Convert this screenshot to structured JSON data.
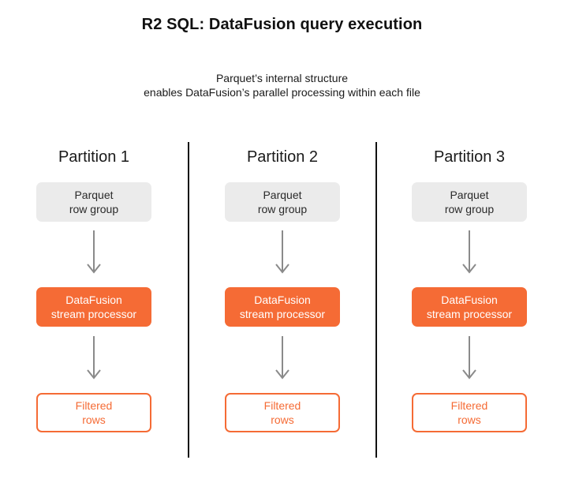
{
  "title": "R2 SQL: DataFusion query execution",
  "subtitle": {
    "line1": "Parquet’s internal structure",
    "line2": "enables DataFusion’s parallel processing within each file"
  },
  "colors": {
    "accent": "#f56b35",
    "neutral_box": "#ebebeb",
    "arrow": "#8a8a8a",
    "divider": "#111111"
  },
  "partitions": [
    {
      "title": "Partition 1",
      "parquet": [
        "Parquet",
        "row group"
      ],
      "processor": [
        "DataFusion",
        "stream processor"
      ],
      "output": [
        "Filtered",
        "rows"
      ]
    },
    {
      "title": "Partition 2",
      "parquet": [
        "Parquet",
        "row group"
      ],
      "processor": [
        "DataFusion",
        "stream processor"
      ],
      "output": [
        "Filtered",
        "rows"
      ]
    },
    {
      "title": "Partition 3",
      "parquet": [
        "Parquet",
        "row group"
      ],
      "processor": [
        "DataFusion",
        "stream processor"
      ],
      "output": [
        "Filtered",
        "rows"
      ]
    }
  ]
}
